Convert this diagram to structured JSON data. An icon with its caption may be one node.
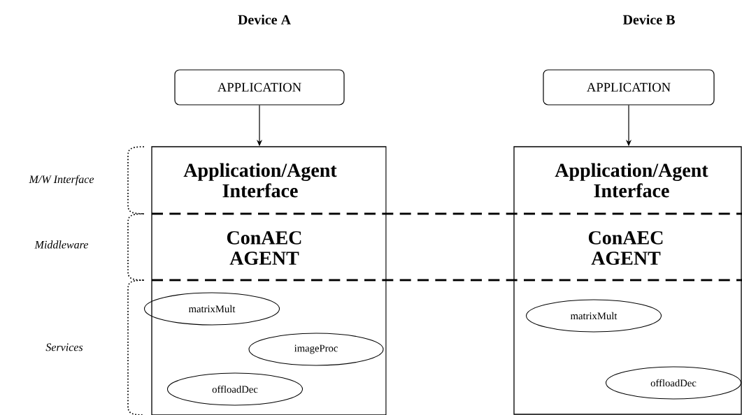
{
  "diagram": {
    "nodes": [
      {
        "text": [
          "APPLICATION"
        ]
      },
      {
        "text": [],
        "shape": "box"
      },
      {
        "text": [
          "Application/Agent Interface"
        ],
        "in": 1
      },
      {
        "text": [
          "ConAEC AGENT"
        ],
        "in": 1
      },
      {
        "text": [
          "matrixMult"
        ],
        "in": 1
      },
      {
        "text": [
          "imageProc"
        ],
        "in": 1
      },
      {
        "text": [
          "offloadDec"
        ],
        "in": 1
      },
      {
        "text": [
          "APPLICATION"
        ]
      },
      {
        "text": [],
        "shape": "box"
      },
      {
        "text": [
          "Application/Agent Interface"
        ],
        "in": 8
      },
      {
        "text": [
          "ConAEC AGENT"
        ],
        "in": 8
      },
      {
        "text": [
          "matrixMult"
        ],
        "in": 8
      },
      {
        "text": [
          "offloadDec"
        ],
        "in": 8
      }
    ],
    "edges": [
      {
        "from": 0,
        "to": 1,
        "arrow": "to"
      },
      {
        "from": 7,
        "to": 8,
        "arrow": "to"
      }
    ],
    "labels": [
      "Device A",
      "Device B",
      "M/W Interface",
      "Middleware",
      "Services"
    ]
  }
}
